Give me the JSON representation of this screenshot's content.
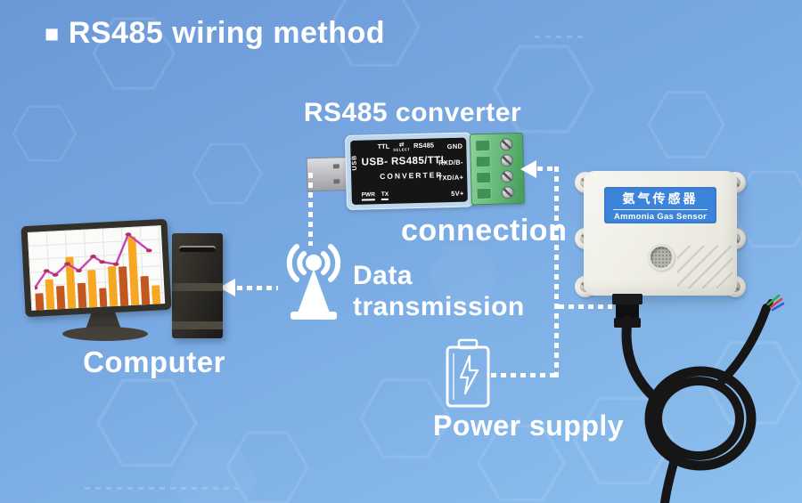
{
  "header": {
    "bullet": "■",
    "title": "RS485 wiring method"
  },
  "converter": {
    "caption": "RS485 converter",
    "top_row": {
      "left": "TTL",
      "switch_glyph": "⇄",
      "switch_label": "SELECT",
      "right": "RS485"
    },
    "side_label": "USB",
    "model": "USB- RS485/TTL",
    "subtitle": "CONVERTER",
    "leds": [
      "PWR",
      "TX"
    ],
    "pins": [
      "GND",
      "RXD/B-",
      "TXD/A+",
      "5V+"
    ]
  },
  "sensor": {
    "label_cn": "氨气传感器",
    "label_en": "Ammonia Gas Sensor"
  },
  "computer": {
    "caption": "Computer"
  },
  "annotations": {
    "connection": "connection",
    "data_line1": "Data",
    "data_line2": "transmission",
    "power": "Power supply"
  },
  "icons": {
    "data_transmission": "signal-tower-icon",
    "power_supply": "battery-lightning-icon",
    "connectors": "white-dashed-arrow"
  },
  "colors": {
    "background_top": "#6b98d6",
    "background_bottom": "#8cc0ee",
    "text": "#ffffff",
    "sensor_label_bg": "#3c83da",
    "terminal_green": "#58b16c",
    "converter_body": "#151515",
    "converter_case": "#bdd7ee",
    "usb_metal": "#b6b8bc",
    "cable_black": "#161616"
  },
  "monitor_chart": {
    "type": "bar+line",
    "bars": [
      0.23,
      0.4,
      0.31,
      0.69,
      0.33,
      0.5,
      0.25,
      0.54,
      0.52,
      0.92,
      0.38,
      0.25
    ],
    "bar_colors": [
      "#c2571f",
      "#f7a823"
    ],
    "line": [
      [
        0.0,
        0.3
      ],
      [
        0.1,
        0.52
      ],
      [
        0.17,
        0.46
      ],
      [
        0.27,
        0.6
      ],
      [
        0.36,
        0.5
      ],
      [
        0.48,
        0.68
      ],
      [
        0.55,
        0.6
      ],
      [
        0.66,
        0.56
      ],
      [
        0.77,
        0.95
      ],
      [
        0.93,
        0.72
      ]
    ],
    "line_color": "#c743b8",
    "dot_color": "#b2345c"
  }
}
